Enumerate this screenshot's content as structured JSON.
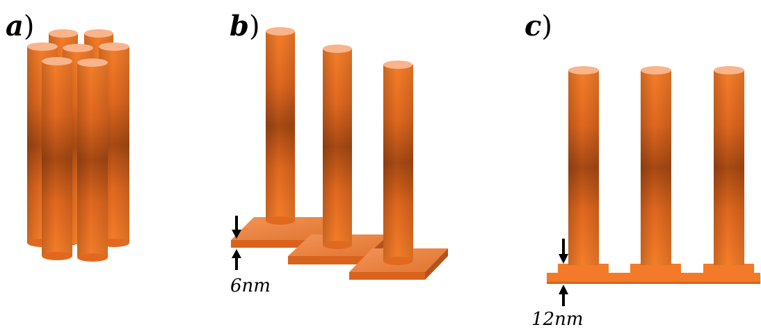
{
  "panels": [
    {
      "letter": "a",
      "paren": ")"
    },
    {
      "letter": "b",
      "paren": ")"
    },
    {
      "letter": "c",
      "paren": ")"
    }
  ],
  "dimensions": {
    "b_thickness": "6nm",
    "c_thickness": "12nm"
  },
  "colors": {
    "rod_light": "#f57e2a",
    "rod_dark": "#a84a14",
    "rod_top": "#f9b48c",
    "base_top": "#f08a46",
    "base_side": "#d9621c",
    "arrow": "#000000"
  }
}
